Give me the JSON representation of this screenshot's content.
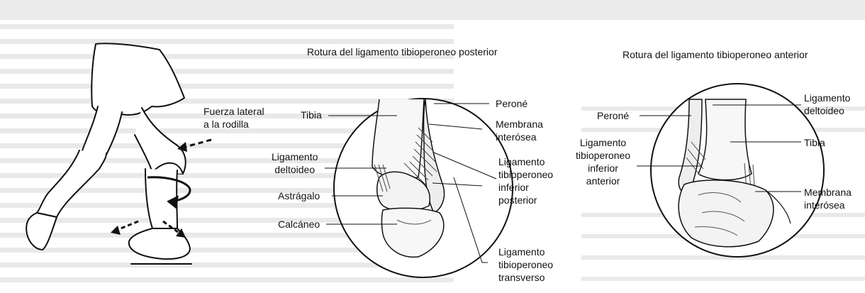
{
  "panels": [
    {
      "title": "Rotura del ligamento tibioperoneo posterior"
    },
    {
      "title": "Rotura del ligamento tibioperoneo anterior"
    }
  ],
  "leg": {
    "force_label": [
      "Fuerza lateral",
      "a la rodilla"
    ]
  },
  "posterior_view": {
    "labels": {
      "tibia": "Tibia",
      "ligamento_deltoideo": [
        "Ligamento",
        "deltoideo"
      ],
      "astragalo": "Astrágalo",
      "calcaneo": "Calcáneo",
      "perone": "Peroné",
      "membrana_interosea": [
        "Membrana",
        "interósea"
      ],
      "lig_tp_inf_post": [
        "Ligamento",
        "tibioperoneo",
        "inferior",
        "posterior"
      ],
      "lig_tp_transverso": [
        "Ligamento",
        "tibioperoneo",
        "transverso"
      ]
    }
  },
  "anterior_view": {
    "labels": {
      "perone": "Peroné",
      "lig_tp_inf_ant": [
        "Ligamento",
        "tibioperoneo",
        "inferior",
        "anterior"
      ],
      "ligamento_deltoideo": [
        "Ligamento",
        "deltoideo"
      ],
      "tibia": "Tibia",
      "membrana_interosea": [
        "Membrana",
        "interósea"
      ]
    }
  }
}
